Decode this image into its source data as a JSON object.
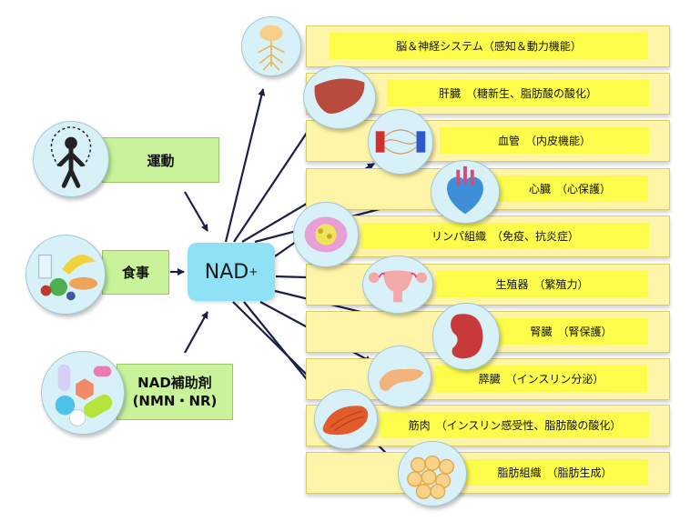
{
  "center": {
    "label": "NAD",
    "sup": "+"
  },
  "inputs": [
    {
      "label": "運動",
      "icon": "jump-rope-person-icon"
    },
    {
      "label": "食事",
      "icon": "food-plate-icon"
    },
    {
      "label": "NAD補助剤\n(NMN・NR)",
      "icon": "pills-icon"
    }
  ],
  "targets": [
    {
      "label": "脳＆神経システム（感知＆動力機能）",
      "icon": "brain-nerve-icon"
    },
    {
      "label": "肝臓　（糖新生、脂肪酸の酸化）",
      "icon": "liver-icon"
    },
    {
      "label": "血管　（内皮機能）",
      "icon": "blood-vessel-icon"
    },
    {
      "label": "心臓　（心保護）",
      "icon": "heart-icon"
    },
    {
      "label": "リンパ組織　（免疫、抗炎症）",
      "icon": "lymph-cell-icon"
    },
    {
      "label": "生殖器　（繁殖力）",
      "icon": "uterus-icon"
    },
    {
      "label": "腎臓　（腎保護）",
      "icon": "kidney-icon"
    },
    {
      "label": "膵臓　（インスリン分泌）",
      "icon": "pancreas-icon"
    },
    {
      "label": "筋肉　（インスリン感受性、脂肪酸の酸化）",
      "icon": "muscle-icon"
    },
    {
      "label": "脂肪組織　（脂肪生成）",
      "icon": "adipose-tissue-icon"
    }
  ],
  "colors": {
    "center": "#8fe1f5",
    "input": "#c9f29b",
    "label": "#fdfc4a",
    "strip": "#fff5a8",
    "arrow": "#1a1f4a"
  }
}
